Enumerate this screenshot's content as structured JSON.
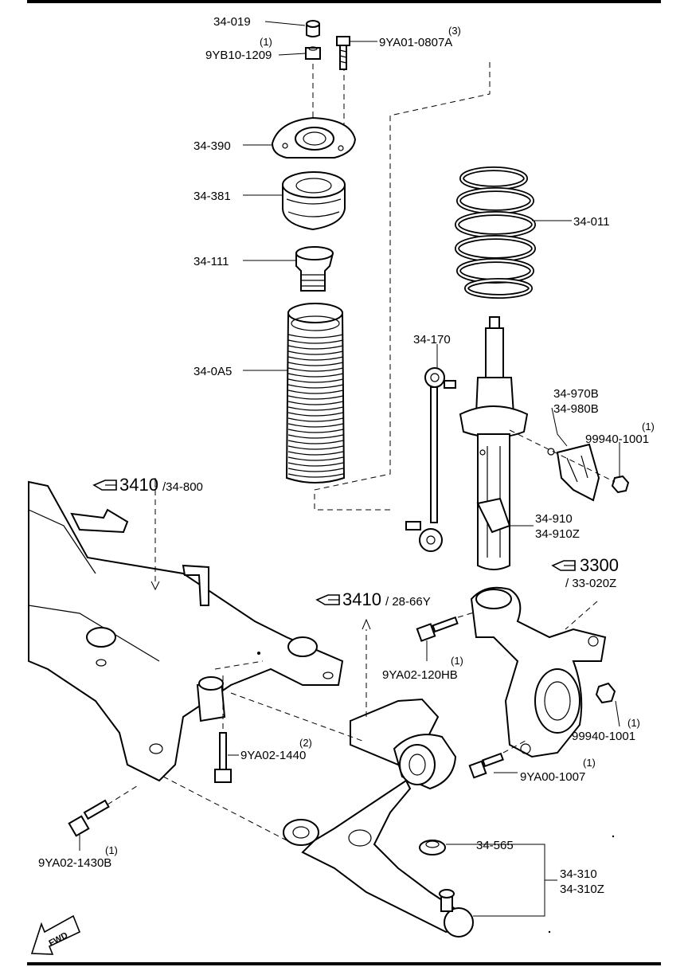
{
  "labels": {
    "p34_019": "34-019",
    "p9yb10_1209": "9YB10-1209",
    "q9yb10": "(1)",
    "p9ya01_0807a": "9YA01-0807A",
    "q9ya01": "(3)",
    "p34_390": "34-390",
    "p34_381": "34-381",
    "p34_111": "34-111",
    "p34_0a5": "34-0A5",
    "p34_011": "34-011",
    "p34_170": "34-170",
    "p34_970b": "34-970B",
    "p34_980b": "34-980B",
    "p99940_1001_a": "99940-1001",
    "q99940_a": "(1)",
    "p34_910": "34-910",
    "p34_910z": "34-910Z",
    "ref3410a_num": "3410",
    "ref3410a_sub": "/34-800",
    "ref3300_num": "3300",
    "ref3300_sub": "/ 33-020Z",
    "ref3410b_num": "3410",
    "ref3410b_sub": "/ 28-66Y",
    "p9ya02_120hb": "9YA02-120HB",
    "q9ya02_120hb": "(1)",
    "p9ya02_1440": "9YA02-1440",
    "q9ya02_1440": "(2)",
    "p99940_1001_b": "99940-1001",
    "q99940_b": "(1)",
    "p9ya00_1007": "9YA00-1007",
    "q9ya00": "(1)",
    "p9ya02_1430b": "9YA02-1430B",
    "q9ya02_1430b": "(1)",
    "p34_565": "34-565",
    "p34_310": "34-310",
    "p34_310z": "34-310Z",
    "fwd": "FWD"
  },
  "icons": {
    "reference": "pointing-hand-icon",
    "direction": "forward-arrow-icon"
  }
}
